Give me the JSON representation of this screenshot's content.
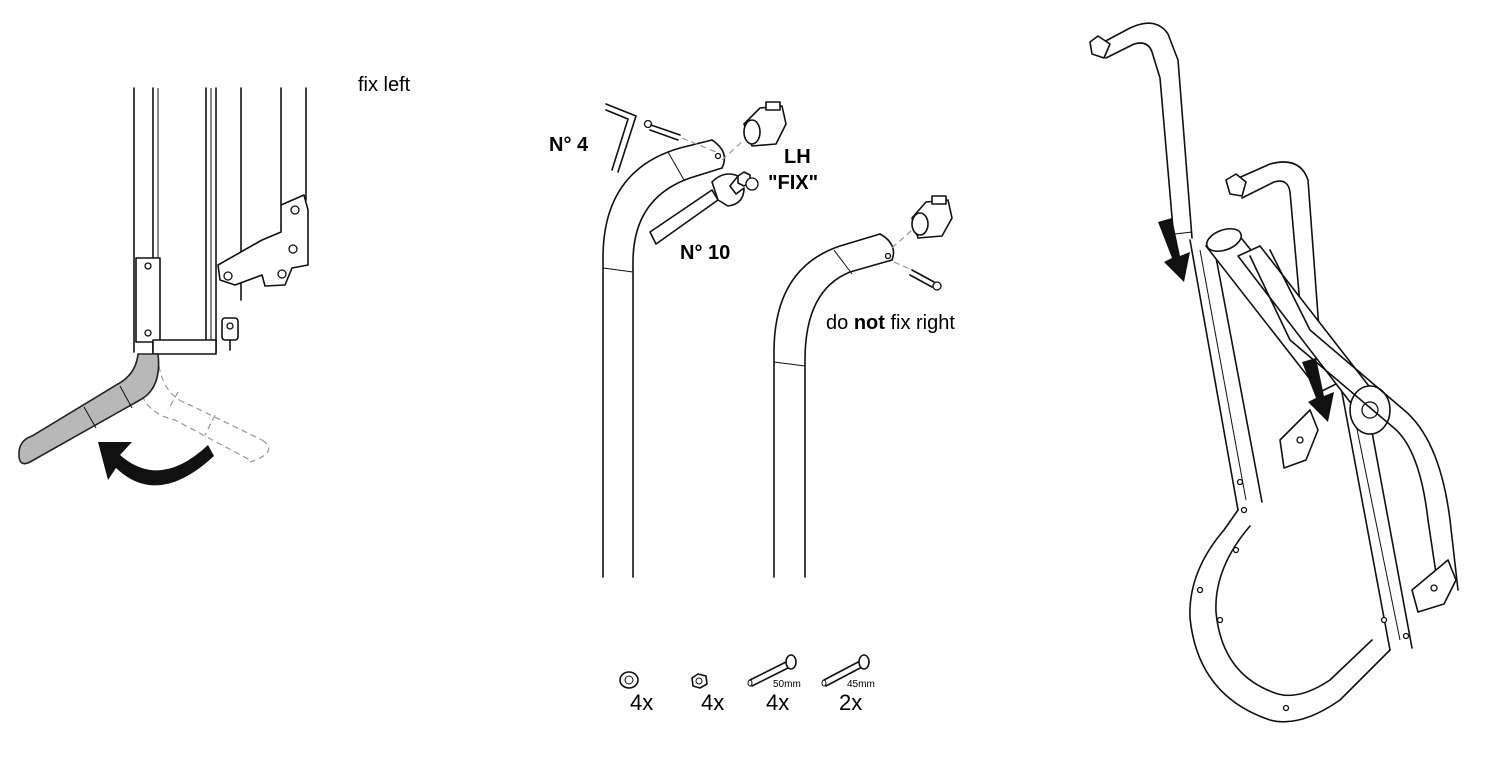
{
  "panel_left": {
    "instruction": "fix left"
  },
  "panel_middle": {
    "allen_key_label": "N° 4",
    "wrench_label": "N° 10",
    "lh_label": "LH",
    "fix_label": "\"FIX\"",
    "right_note": {
      "prefix": "do ",
      "emphasis": "not",
      "suffix": " fix right"
    },
    "parts": [
      {
        "name": "cap",
        "count": "4x",
        "size": ""
      },
      {
        "name": "nut",
        "count": "4x",
        "size": ""
      },
      {
        "name": "bolt-long",
        "count": "4x",
        "size": "50mm"
      },
      {
        "name": "bolt-short",
        "count": "2x",
        "size": "45mm"
      }
    ]
  },
  "panel_right": {
    "arrows": 2
  },
  "colors": {
    "line": "#111111",
    "handle_fill": "#b8b8b8",
    "ghost": "#999999"
  }
}
